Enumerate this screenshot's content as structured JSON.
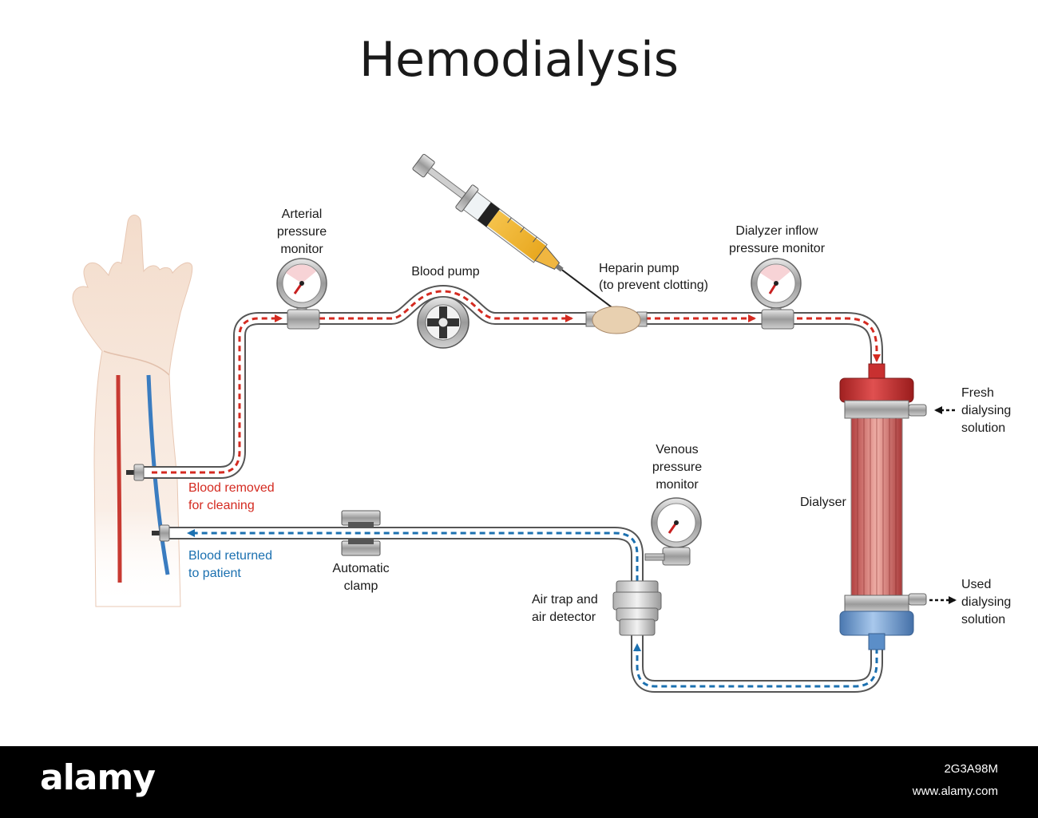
{
  "title": "Hemodialysis",
  "labels": {
    "arterial_monitor": [
      "Arterial",
      "pressure",
      "monitor"
    ],
    "blood_pump": "Blood pump",
    "heparin_pump": [
      "Heparin pump",
      "(to prevent clotting)"
    ],
    "dialyzer_inflow": [
      "Dialyzer inflow",
      "pressure monitor"
    ],
    "fresh_solution": [
      "Fresh",
      "dialysing",
      "solution"
    ],
    "dialyser": "Dialyser",
    "used_solution": [
      "Used",
      "dialysing",
      "solution"
    ],
    "venous_monitor": [
      "Venous",
      "pressure",
      "monitor"
    ],
    "blood_removed": [
      "Blood removed",
      "for cleaning"
    ],
    "blood_returned": [
      "Blood returned",
      "to patient"
    ],
    "automatic_clamp": [
      "Automatic",
      "clamp"
    ],
    "air_trap": [
      "Air trap and",
      "air detector"
    ]
  },
  "colors": {
    "arterial_flow": "#d42a20",
    "venous_flow": "#1b70b0",
    "dialyser_top": "#c83030",
    "dialyser_bottom": "#5b8ec8"
  },
  "footer": {
    "logo": "alamy",
    "stock_id": "2G3A98M",
    "site": "www.alamy.com"
  }
}
